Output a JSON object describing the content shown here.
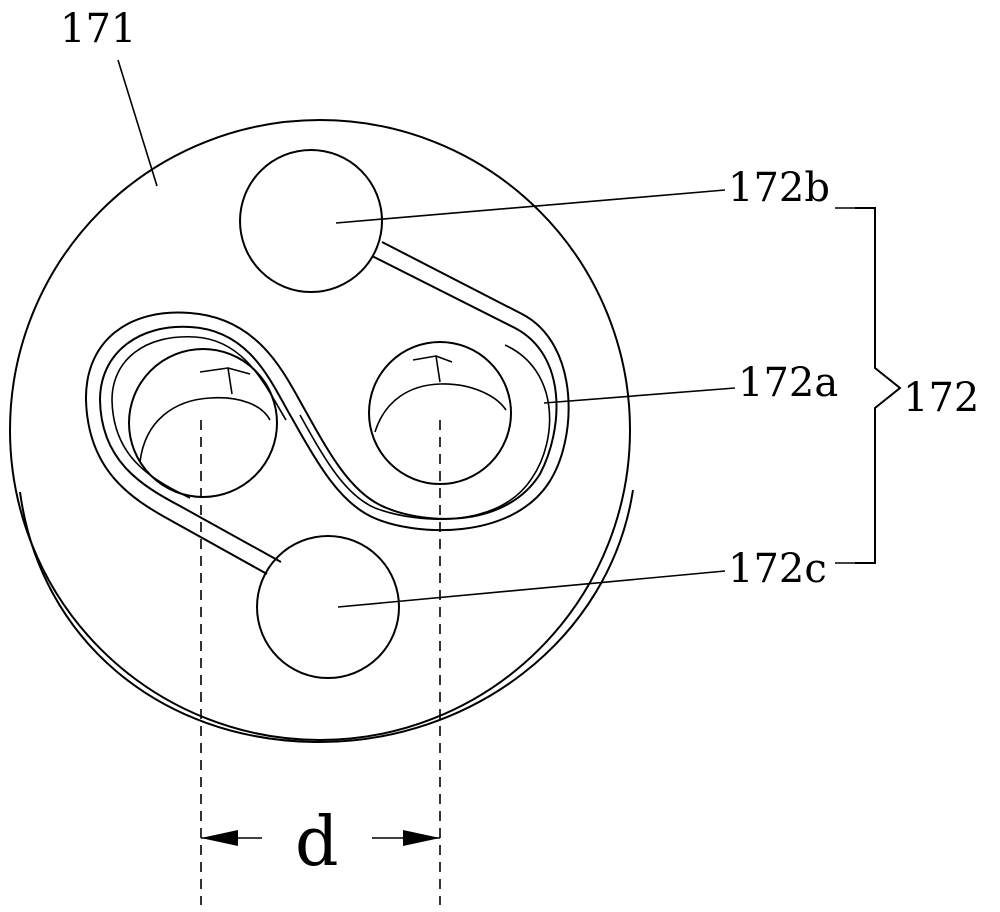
{
  "labels": {
    "body": "171",
    "upper_hole": "172b",
    "channel": "172a",
    "group": "172",
    "lower_hole": "172c",
    "spacing": "d"
  }
}
